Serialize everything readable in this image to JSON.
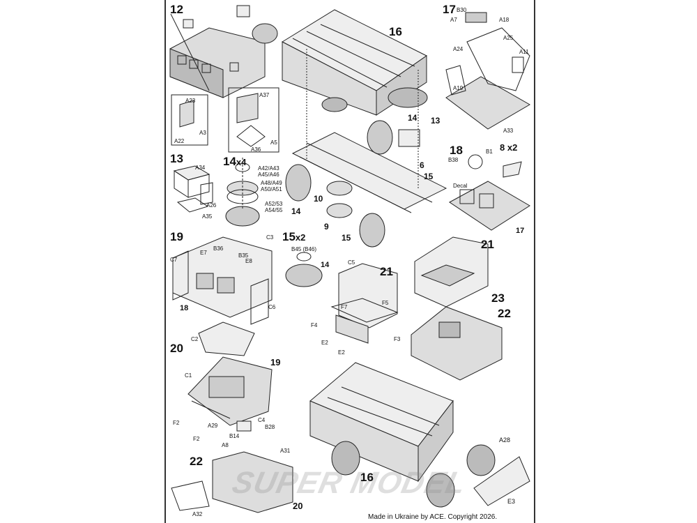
{
  "steps": {
    "s12": "12",
    "s13": "13",
    "s14": "14",
    "s14x4": "14",
    "x4": "x4",
    "s15": "15",
    "s15x2": "15",
    "x2a": "x2",
    "s16a": "16",
    "s16b": "16",
    "s17": "17",
    "s17b": "17",
    "s18": "18",
    "s18b": "18",
    "s8x2": "8 x2",
    "s19": "19",
    "s19b": "19",
    "s20": "20",
    "s20b": "20",
    "s21a": "21",
    "s21b": "21",
    "s22": "22",
    "s22b": "22",
    "s23": "23",
    "s6": "6",
    "s9": "9",
    "s10": "10",
    "s13b": "13",
    "s14b": "14",
    "s14c": "14",
    "s15b": "15",
    "s15c": "15"
  },
  "parts": {
    "A23": "A23",
    "A3": "A3",
    "A22": "A22",
    "A37": "A37",
    "A36": "A36",
    "A5": "A5",
    "A34": "A34",
    "A26": "A26",
    "A35": "A35",
    "A42": "A42/A43",
    "A45": "A45/A46",
    "A48": "A48/A49",
    "A50": "A50/A51",
    "A52": "A52/53",
    "A54": "A54/55",
    "B30": "B30",
    "A7": "A7",
    "A18": "A18",
    "A25": "A25",
    "A24": "A24",
    "A11": "A11",
    "A19": "A19",
    "A33": "A33",
    "B38": "B38",
    "B1": "B1",
    "Decal": "Decal",
    "C3": "C3",
    "C7": "C7",
    "E7": "E7",
    "B36": "B36",
    "B35": "B35",
    "E8": "E8",
    "C6": "C6",
    "B45": "B45 (B46)",
    "C5": "C5",
    "F7": "F7",
    "F5": "F5",
    "F4": "F4",
    "E2a": "E2",
    "E2b": "E2",
    "F3": "F3",
    "C2": "C2",
    "C1": "C1",
    "F2a": "F2",
    "A29": "A29",
    "C4": "C4",
    "B28": "B28",
    "F2b": "F2",
    "B14": "B14",
    "A8": "A8",
    "A31": "A31",
    "A32": "A32",
    "A28": "A28",
    "E3": "E3"
  },
  "footer": {
    "copyright": "Made in Ukraine by ACE. Copyright 2026."
  },
  "watermark": "SUPER MODEL"
}
